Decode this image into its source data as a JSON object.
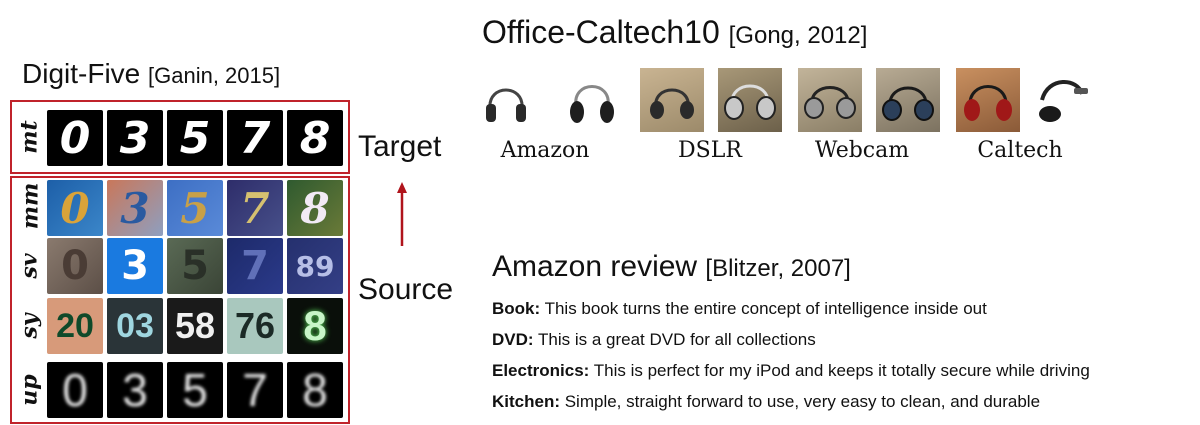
{
  "digit_five": {
    "title": "Digit-Five",
    "citation": "[Ganin, 2015]",
    "rows": [
      {
        "label": "mt",
        "digits": [
          "0",
          "3",
          "5",
          "7",
          "8"
        ]
      },
      {
        "label": "mm",
        "digits": [
          "0",
          "3",
          "5",
          "7",
          "8"
        ]
      },
      {
        "label": "sv",
        "digits": [
          "0",
          "3",
          "5",
          "7",
          "89"
        ]
      },
      {
        "label": "sy",
        "digits": [
          "20",
          "03",
          "58",
          "76",
          "8"
        ]
      },
      {
        "label": "up",
        "digits": [
          "0",
          "3",
          "5",
          "7",
          "8"
        ]
      }
    ]
  },
  "labels": {
    "target": "Target",
    "source": "Source"
  },
  "office": {
    "title": "Office-Caltech10",
    "citation": "[Gong, 2012]",
    "domains": [
      "Amazon",
      "DSLR",
      "Webcam",
      "Caltech"
    ]
  },
  "amazon_review": {
    "title": "Amazon review",
    "citation": "[Blitzer, 2007]",
    "reviews": [
      {
        "category": "Book:",
        "text": " This book turns the entire concept of intelligence inside out"
      },
      {
        "category": "DVD:",
        "text": " This is a great DVD for all collections"
      },
      {
        "category": "Electronics:",
        "text": " This is perfect for my iPod and keeps it totally secure while driving"
      },
      {
        "category": "Kitchen:",
        "text": " Simple, straight forward to use, very easy to clean, and durable"
      }
    ]
  },
  "colors": {
    "frame": "#c0232b",
    "arrow": "#b0141c"
  }
}
